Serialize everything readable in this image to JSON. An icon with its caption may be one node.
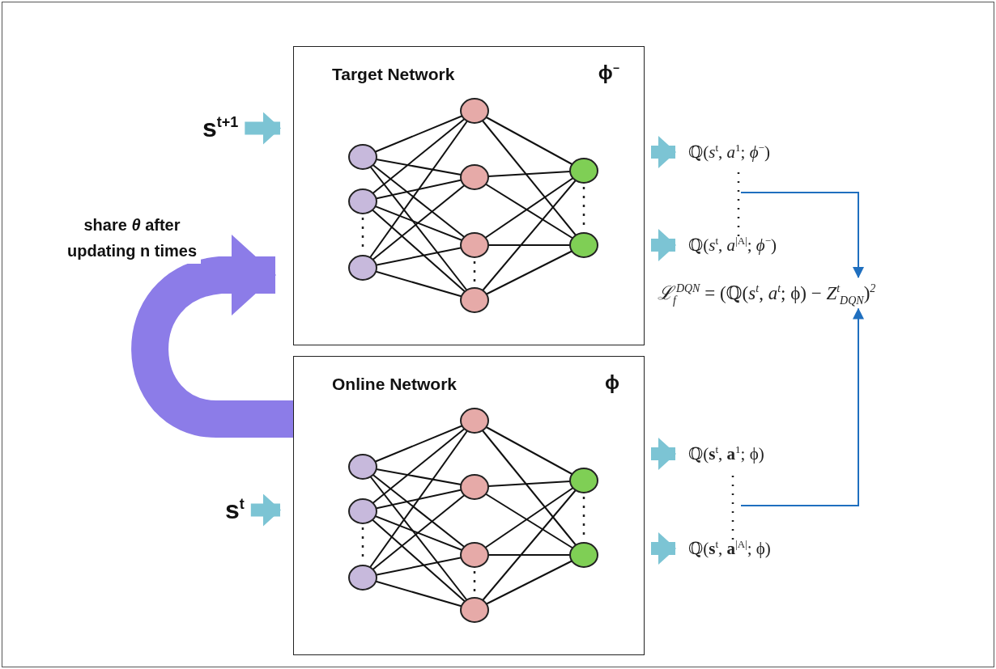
{
  "diagram": {
    "nodes": [
      {
        "text": [
          "Target Network",
          "ϕ$^{−}$"
        ]
      },
      {
        "text": [
          "Online Network",
          "ϕ"
        ]
      },
      {
        "text": [
          "s$^{t+1}$"
        ]
      },
      {
        "text": [
          "s$^{t}$"
        ]
      },
      {
        "text": [
          "ℚ(*s*$^{t}$, *a*$^{1}$; *ϕ*$^{−}$)"
        ]
      },
      {
        "text": [
          "ℚ(*s*$^{t}$, *a*$^{|A|}$; *ϕ*$^{−}$)"
        ]
      },
      {
        "text": [
          "ℚ(**s**$^{t}$, **a**$^{1}$; ϕ)"
        ]
      },
      {
        "text": [
          "ℚ(**s**$^{t}$, **a**$^{|A|}$; ϕ)"
        ]
      },
      {
        "text": [
          "*ℒ*$_{f}$$^{DQN}$ = (ℚ(*s*$^{t}$, *a*$^{t}$; ϕ) − *Z*$^{t}$$_{DQN}$)$^{2}$"
        ]
      }
    ],
    "edges": [
      {
        "from": 2,
        "to": 0,
        "arrow": "to"
      },
      {
        "from": 3,
        "to": 1,
        "arrow": "to"
      },
      {
        "from": 0,
        "to": 4,
        "arrow": "to"
      },
      {
        "from": 0,
        "to": 5,
        "arrow": "to"
      },
      {
        "from": 1,
        "to": 6,
        "arrow": "to"
      },
      {
        "from": 1,
        "to": 7,
        "arrow": "to"
      },
      {
        "from": 1,
        "to": 0,
        "arrow": "to",
        "label": "share *θ* after updating n times",
        "style": "thick",
        "color": "#8c7ce8"
      },
      {
        "from": null,
        "to": 8,
        "arrow": "to",
        "color": "#1f6fbf"
      },
      {
        "from": null,
        "to": 8,
        "arrow": "to",
        "color": "#1f6fbf"
      }
    ]
  }
}
